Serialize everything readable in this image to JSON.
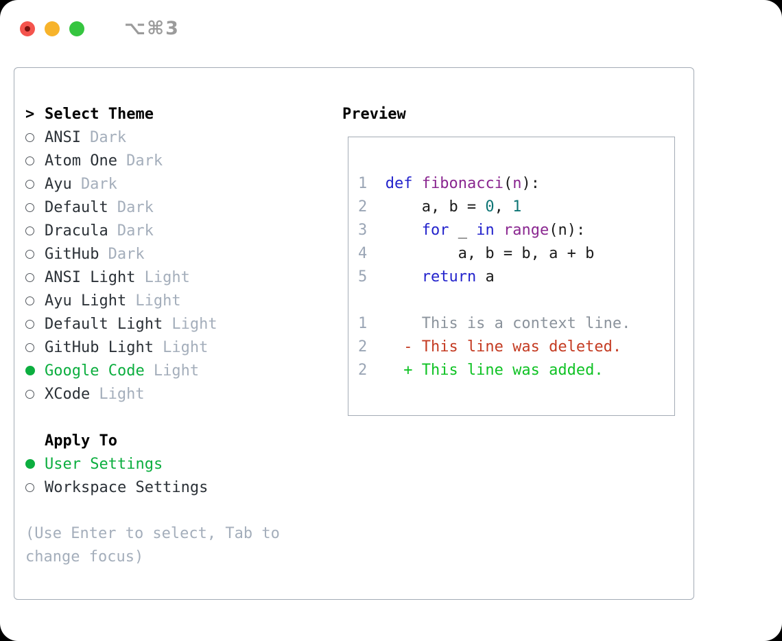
{
  "window": {
    "shortcut_label": "⌥⌘3"
  },
  "select_theme": {
    "prompt": ">",
    "header": "Select Theme",
    "themes": [
      {
        "name": "ANSI",
        "variant": "Dark",
        "selected": false
      },
      {
        "name": "Atom One",
        "variant": "Dark",
        "selected": false
      },
      {
        "name": "Ayu",
        "variant": "Dark",
        "selected": false
      },
      {
        "name": "Default",
        "variant": "Dark",
        "selected": false
      },
      {
        "name": "Dracula",
        "variant": "Dark",
        "selected": false
      },
      {
        "name": "GitHub",
        "variant": "Dark",
        "selected": false
      },
      {
        "name": "ANSI Light",
        "variant": "Light",
        "selected": false
      },
      {
        "name": "Ayu Light",
        "variant": "Light",
        "selected": false
      },
      {
        "name": "Default Light",
        "variant": "Light",
        "selected": false
      },
      {
        "name": "GitHub Light",
        "variant": "Light",
        "selected": false
      },
      {
        "name": "Google Code",
        "variant": "Light",
        "selected": true
      },
      {
        "name": "XCode",
        "variant": "Light",
        "selected": false
      }
    ],
    "apply_to": {
      "header": "Apply To",
      "options": [
        {
          "label": "User Settings",
          "selected": true
        },
        {
          "label": "Workspace Settings",
          "selected": false
        }
      ]
    },
    "help_text": "(Use Enter to select, Tab to change focus)"
  },
  "preview": {
    "header": "Preview",
    "lines": [
      {
        "num": "1",
        "tokens": [
          [
            "  ",
            ""
          ],
          [
            "def",
            "kw"
          ],
          [
            " ",
            ""
          ],
          [
            "fibonacci",
            "fn"
          ],
          [
            "(",
            ""
          ],
          [
            "n",
            "fn"
          ],
          [
            "):",
            ""
          ]
        ]
      },
      {
        "num": "2",
        "tokens": [
          [
            "      a, b = ",
            ""
          ],
          [
            "0",
            "lit"
          ],
          [
            ", ",
            ""
          ],
          [
            "1",
            "lit"
          ]
        ]
      },
      {
        "num": "3",
        "tokens": [
          [
            "      ",
            ""
          ],
          [
            "for",
            "kw"
          ],
          [
            " _ ",
            ""
          ],
          [
            "in",
            "kw"
          ],
          [
            " ",
            ""
          ],
          [
            "range",
            "fn"
          ],
          [
            "(n):",
            ""
          ]
        ]
      },
      {
        "num": "4",
        "tokens": [
          [
            "          a, b = b, a + b",
            ""
          ]
        ]
      },
      {
        "num": "5",
        "tokens": [
          [
            "      ",
            ""
          ],
          [
            "return",
            "kw"
          ],
          [
            " a",
            ""
          ]
        ]
      },
      {
        "num": "",
        "tokens": []
      },
      {
        "num": "1",
        "tokens": [
          [
            "      This is a context line.",
            "ctx"
          ]
        ]
      },
      {
        "num": "2",
        "tokens": [
          [
            "    - This line was deleted.",
            "del"
          ]
        ]
      },
      {
        "num": "2",
        "tokens": [
          [
            "    + This line was added.",
            "add"
          ]
        ]
      }
    ]
  },
  "colors": {
    "selected_green": "#0cae3f",
    "keyword_blue": "#2323cc",
    "function_purple": "#8a2790",
    "literal_teal": "#0e7575",
    "deleted_red": "#c43b22",
    "added_green": "#0fc224",
    "context_gray": "#8b939c",
    "muted_gray": "#a4aebb",
    "line_number_gray": "#9aa5b5",
    "border_gray": "#a3abb5",
    "traffic_red": "#f4544d",
    "traffic_yellow": "#f7b32b",
    "traffic_green": "#35c53f",
    "shortcut_gray": "#9b9b9b"
  }
}
